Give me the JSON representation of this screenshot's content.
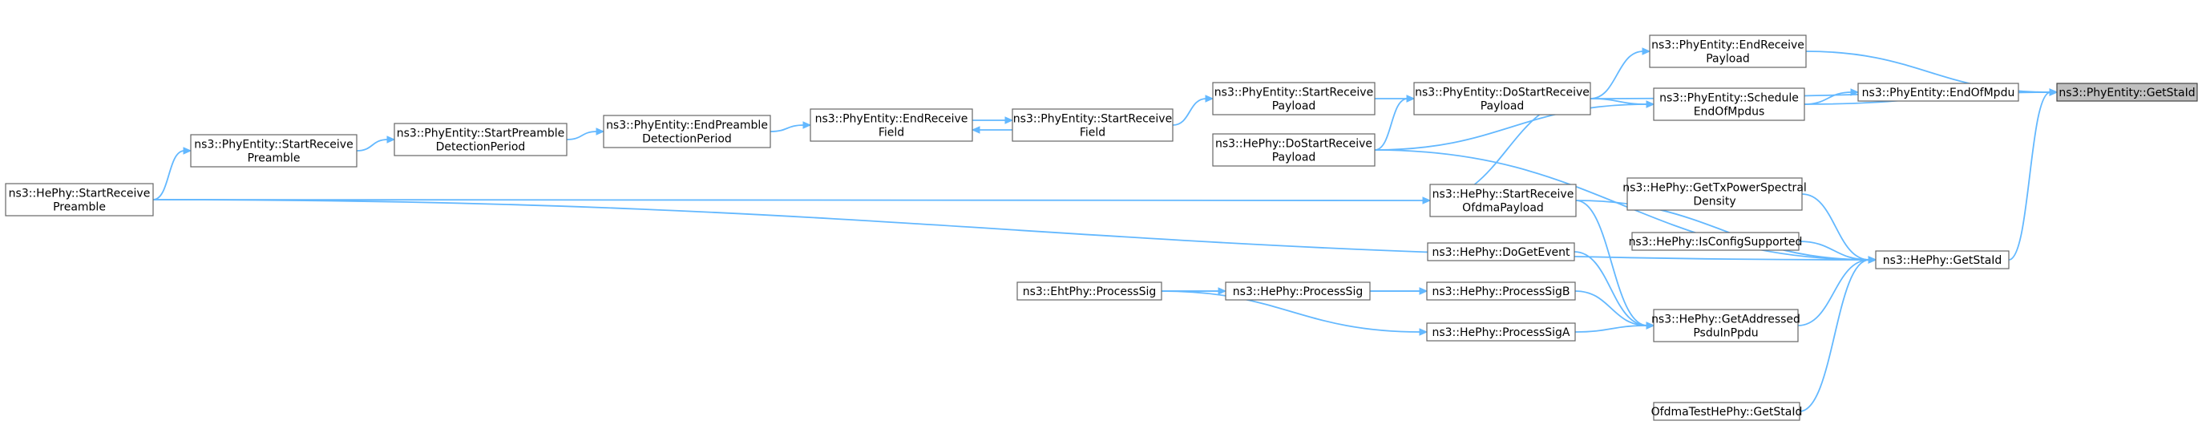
{
  "colors": {
    "edge": "#63b8ff",
    "node_border": "#666666",
    "root_fill": "#bfbfbf",
    "background": "#ffffff"
  },
  "nodes": [
    {
      "id": "root",
      "lines": [
        "ns3::PhyEntity::GetStaId"
      ],
      "root": true
    },
    {
      "id": "pe_endofmpdu",
      "lines": [
        "ns3::PhyEntity::EndOfMpdu"
      ]
    },
    {
      "id": "pe_endrecpayload",
      "lines": [
        "ns3::PhyEntity::EndReceive",
        "Payload"
      ]
    },
    {
      "id": "pe_schedeom",
      "lines": [
        "ns3::PhyEntity::Schedule",
        "EndOfMpdus"
      ]
    },
    {
      "id": "pe_dostartrecp",
      "lines": [
        "ns3::PhyEntity::DoStartReceive",
        "Payload"
      ]
    },
    {
      "id": "he_dostartrecp",
      "lines": [
        "ns3::HePhy::DoStartReceive",
        "Payload"
      ]
    },
    {
      "id": "pe_startrecp",
      "lines": [
        "ns3::PhyEntity::StartReceive",
        "Payload"
      ]
    },
    {
      "id": "pe_startrecf",
      "lines": [
        "ns3::PhyEntity::StartReceive",
        "Field"
      ]
    },
    {
      "id": "pe_endrecf",
      "lines": [
        "ns3::PhyEntity::EndReceive",
        "Field"
      ]
    },
    {
      "id": "pe_endpre",
      "lines": [
        "ns3::PhyEntity::EndPreamble",
        "DetectionPeriod"
      ]
    },
    {
      "id": "pe_startpre",
      "lines": [
        "ns3::PhyEntity::StartPreamble",
        "DetectionPeriod"
      ]
    },
    {
      "id": "pe_startrecpre",
      "lines": [
        "ns3::PhyEntity::StartReceive",
        "Preamble"
      ]
    },
    {
      "id": "he_startrecpre",
      "lines": [
        "ns3::HePhy::StartReceive",
        "Preamble"
      ]
    },
    {
      "id": "he_startofdma",
      "lines": [
        "ns3::HePhy::StartReceive",
        "OfdmaPayload"
      ]
    },
    {
      "id": "he_gettxpsd",
      "lines": [
        "ns3::HePhy::GetTxPowerSpectral",
        "Density"
      ]
    },
    {
      "id": "he_isconfig",
      "lines": [
        "ns3::HePhy::IsConfigSupported"
      ]
    },
    {
      "id": "he_getstaid",
      "lines": [
        "ns3::HePhy::GetStaId"
      ]
    },
    {
      "id": "he_dogetevent",
      "lines": [
        "ns3::HePhy::DoGetEvent"
      ]
    },
    {
      "id": "he_procsigb",
      "lines": [
        "ns3::HePhy::ProcessSigB"
      ]
    },
    {
      "id": "he_procsiga",
      "lines": [
        "ns3::HePhy::ProcessSigA"
      ]
    },
    {
      "id": "he_procsig",
      "lines": [
        "ns3::HePhy::ProcessSig"
      ]
    },
    {
      "id": "eht_procsig",
      "lines": [
        "ns3::EhtPhy::ProcessSig"
      ]
    },
    {
      "id": "he_getaddr",
      "lines": [
        "ns3::HePhy::GetAddressed",
        "PsduInPpdu"
      ]
    },
    {
      "id": "ofdma_getstaid",
      "lines": [
        "OfdmaTestHePhy::GetStaId"
      ]
    }
  ],
  "edges": [
    {
      "from": "pe_endofmpdu",
      "to": "root"
    },
    {
      "from": "pe_endrecpayload",
      "to": "root"
    },
    {
      "from": "pe_schedeom",
      "to": "root"
    },
    {
      "from": "pe_dostartrecp",
      "to": "root"
    },
    {
      "from": "he_getstaid",
      "to": "root"
    },
    {
      "from": "pe_schedeom",
      "to": "pe_endofmpdu"
    },
    {
      "from": "pe_dostartrecp",
      "to": "pe_endrecpayload"
    },
    {
      "from": "pe_dostartrecp",
      "to": "pe_schedeom"
    },
    {
      "from": "he_dostartrecp",
      "to": "pe_schedeom"
    },
    {
      "from": "pe_startrecp",
      "to": "pe_dostartrecp"
    },
    {
      "from": "he_dostartrecp",
      "to": "pe_dostartrecp"
    },
    {
      "from": "he_startofdma",
      "to": "pe_dostartrecp"
    },
    {
      "from": "pe_startrecf",
      "to": "pe_startrecp"
    },
    {
      "from": "pe_endrecf",
      "to": "pe_startrecf"
    },
    {
      "from": "pe_startrecf",
      "to": "pe_endrecf"
    },
    {
      "from": "pe_endpre",
      "to": "pe_endrecf"
    },
    {
      "from": "pe_startpre",
      "to": "pe_endpre"
    },
    {
      "from": "pe_startrecpre",
      "to": "pe_startpre"
    },
    {
      "from": "he_startrecpre",
      "to": "pe_startrecpre"
    },
    {
      "from": "he_startrecpre",
      "to": "he_startofdma"
    },
    {
      "from": "he_gettxpsd",
      "to": "he_getstaid"
    },
    {
      "from": "he_isconfig",
      "to": "he_getstaid"
    },
    {
      "from": "he_dostartrecp",
      "to": "he_getstaid"
    },
    {
      "from": "he_startofdma",
      "to": "he_getstaid"
    },
    {
      "from": "he_getaddr",
      "to": "he_getstaid"
    },
    {
      "from": "ofdma_getstaid",
      "to": "he_getstaid"
    },
    {
      "from": "he_startrecpre",
      "to": "he_getstaid"
    },
    {
      "from": "he_dogetevent",
      "to": "he_getaddr"
    },
    {
      "from": "he_procsigb",
      "to": "he_getaddr"
    },
    {
      "from": "he_procsiga",
      "to": "he_getaddr"
    },
    {
      "from": "he_startofdma",
      "to": "he_getaddr"
    },
    {
      "from": "he_procsig",
      "to": "he_procsigb"
    },
    {
      "from": "eht_procsig",
      "to": "he_procsigb"
    },
    {
      "from": "eht_procsig",
      "to": "he_procsig"
    },
    {
      "from": "eht_procsig",
      "to": "he_procsiga"
    }
  ]
}
